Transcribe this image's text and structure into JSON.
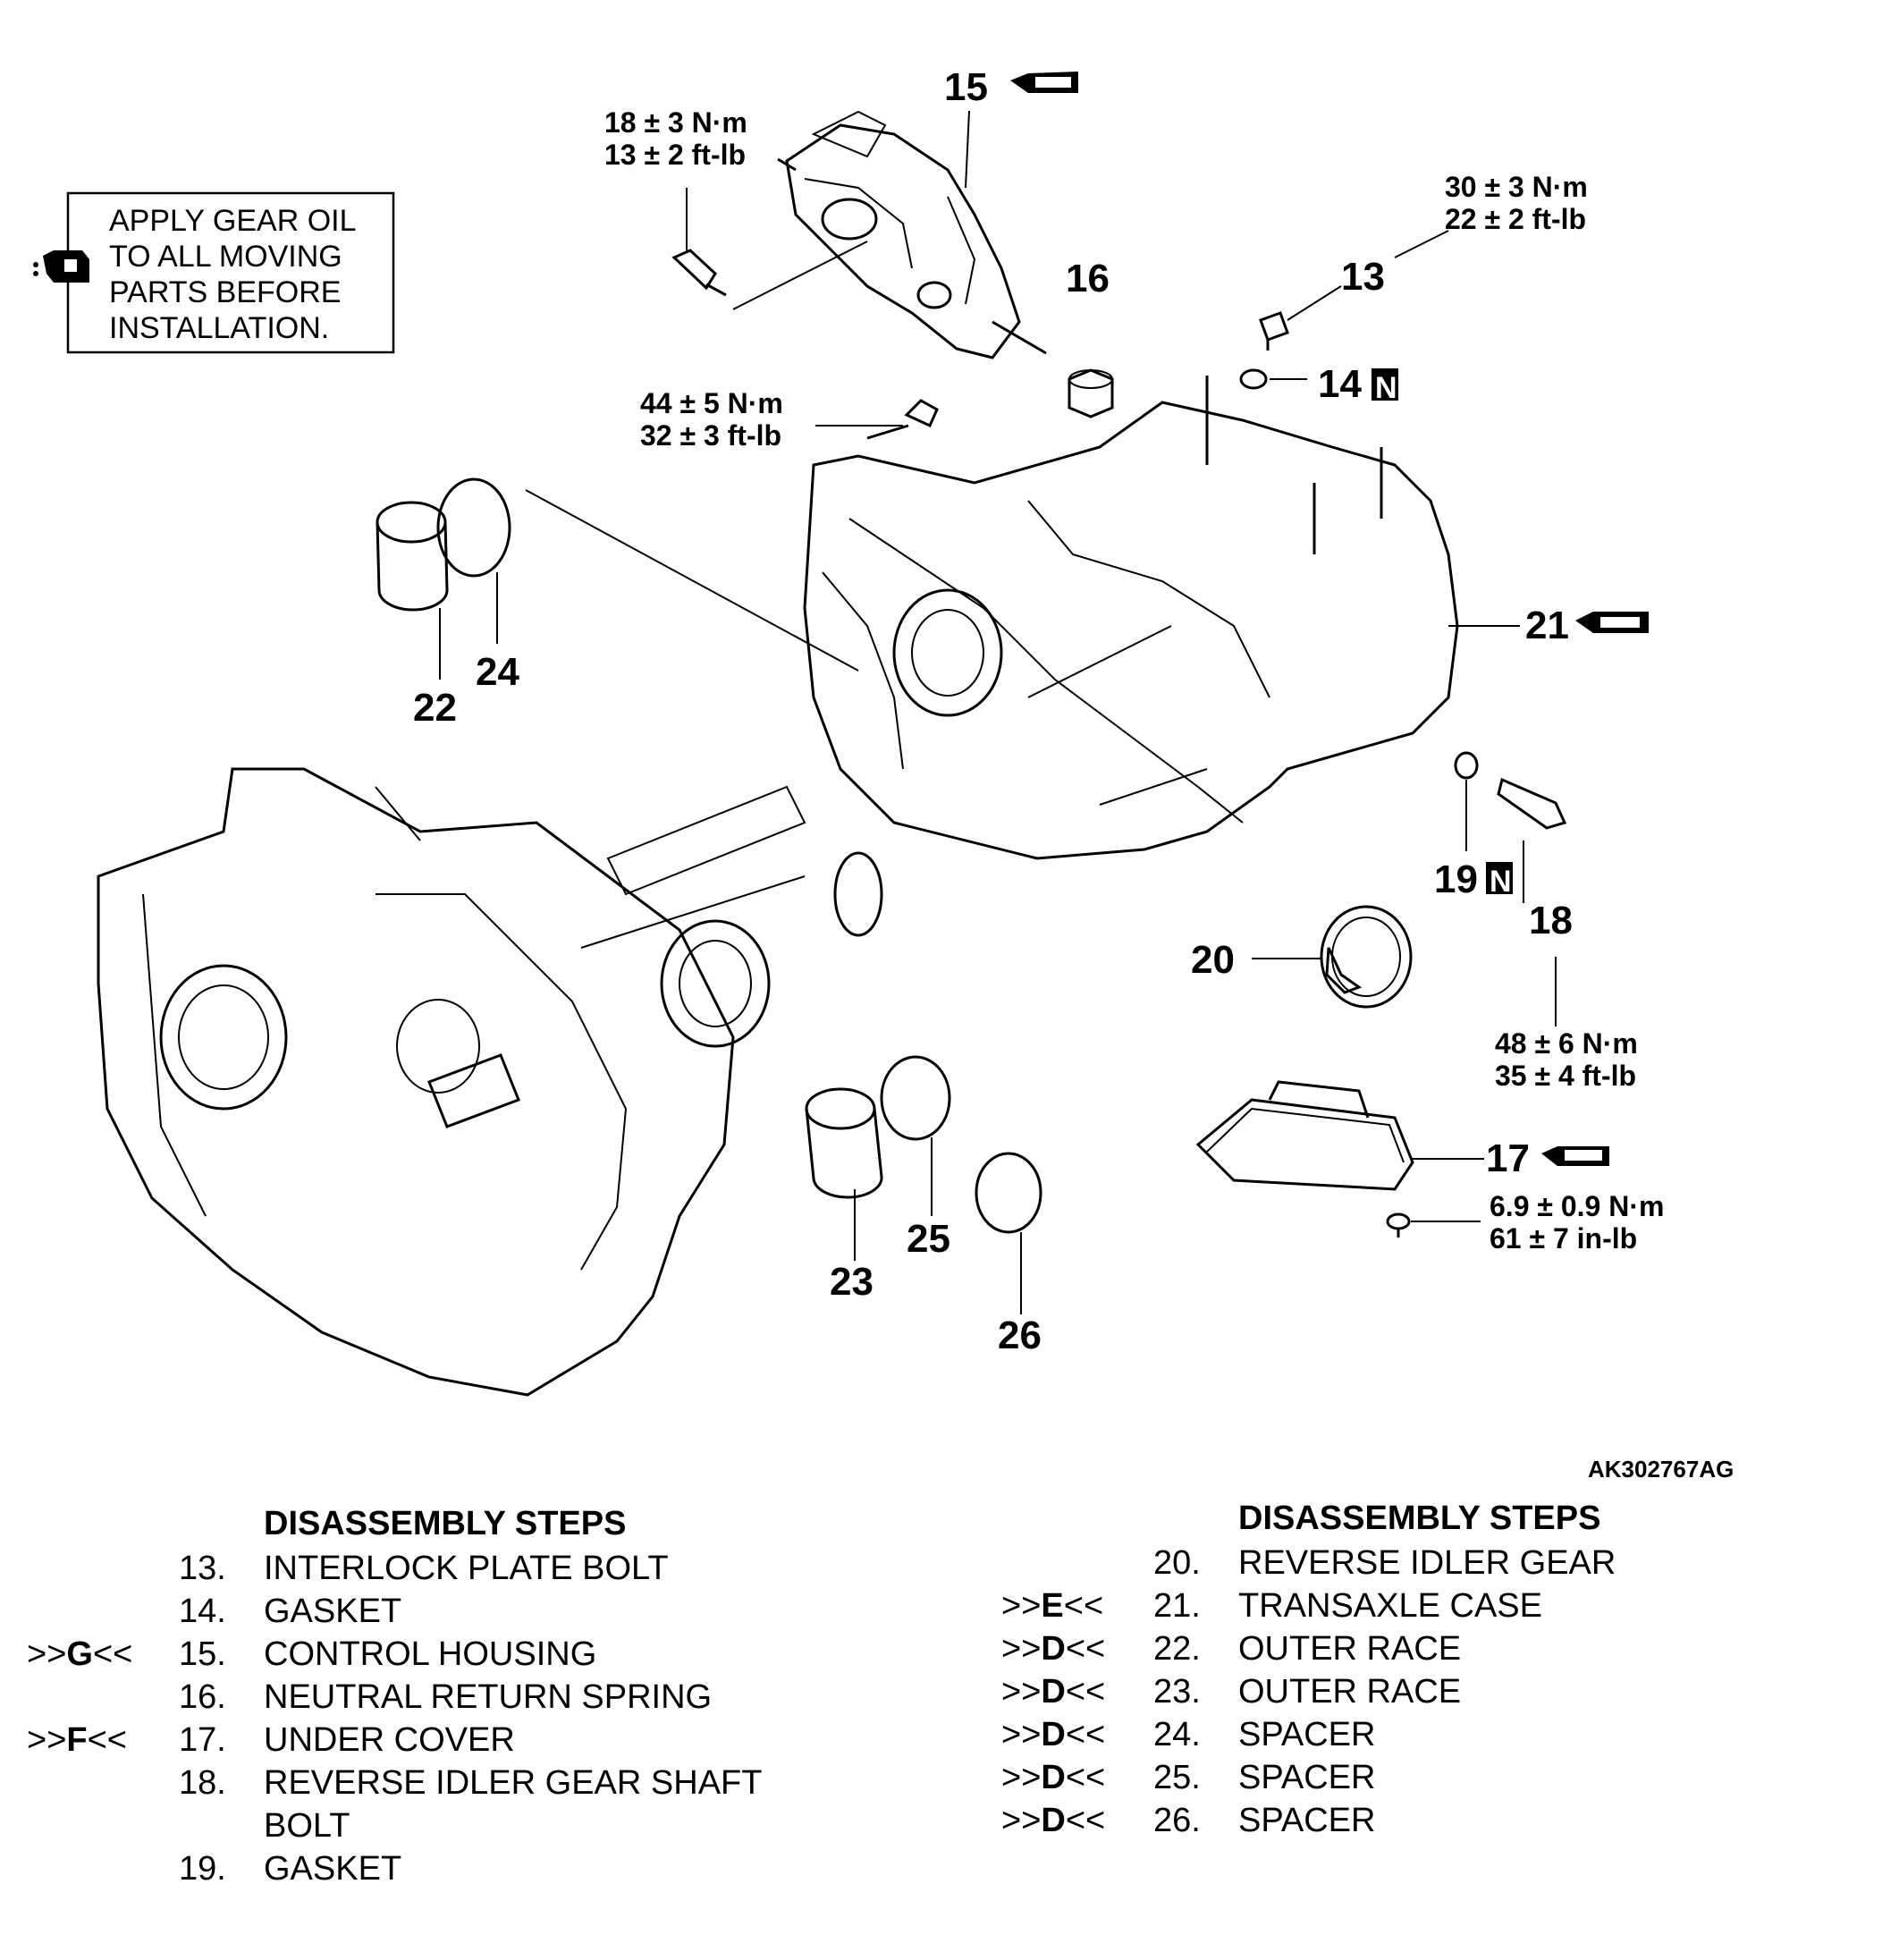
{
  "note": {
    "lines": [
      "APPLY GEAR OIL",
      "TO ALL MOVING",
      "PARTS BEFORE",
      "INSTALLATION."
    ],
    "icon": "oil-can-icon"
  },
  "figure_id": "AK302767AG",
  "callouts": {
    "c13": "13",
    "c14": "14",
    "c15": "15",
    "c16": "16",
    "c17": "17",
    "c18": "18",
    "c19": "19",
    "c20": "20",
    "c21": "21",
    "c22": "22",
    "c23": "23",
    "c24": "24",
    "c25": "25",
    "c26": "26",
    "new_part_mark": "N"
  },
  "torques": {
    "t15": [
      "18 ± 3 N·m",
      "13 ± 2 ft-lb"
    ],
    "t13": [
      "30 ± 3 N·m",
      "22 ± 2 ft-lb"
    ],
    "t_case": [
      "44 ± 5 N·m",
      "32 ± 3 ft-lb"
    ],
    "t18": [
      "48 ± 6 N·m",
      "35 ± 4 ft-lb"
    ],
    "t17": [
      "6.9 ± 0.9 N·m",
      "61 ± 7 in-lb"
    ]
  },
  "steps_left": {
    "heading": "DISASSEMBLY STEPS",
    "rows": [
      {
        "ref_pre": "",
        "ref_letter": "",
        "ref_post": "",
        "num": "13.",
        "text": "INTERLOCK PLATE BOLT"
      },
      {
        "ref_pre": "",
        "ref_letter": "",
        "ref_post": "",
        "num": "14.",
        "text": "GASKET"
      },
      {
        "ref_pre": ">>",
        "ref_letter": "G",
        "ref_post": "<<",
        "num": "15.",
        "text": "CONTROL HOUSING"
      },
      {
        "ref_pre": "",
        "ref_letter": "",
        "ref_post": "",
        "num": "16.",
        "text": "NEUTRAL RETURN SPRING"
      },
      {
        "ref_pre": ">>",
        "ref_letter": "F",
        "ref_post": "<<",
        "num": "17.",
        "text": "UNDER COVER"
      },
      {
        "ref_pre": "",
        "ref_letter": "",
        "ref_post": "",
        "num": "18.",
        "text": "REVERSE IDLER GEAR SHAFT"
      },
      {
        "ref_pre": "",
        "ref_letter": "",
        "ref_post": "",
        "num": "",
        "text": "BOLT"
      },
      {
        "ref_pre": "",
        "ref_letter": "",
        "ref_post": "",
        "num": "19.",
        "text": "GASKET"
      }
    ]
  },
  "steps_right": {
    "heading": "DISASSEMBLY STEPS",
    "rows": [
      {
        "ref_pre": "",
        "ref_letter": "",
        "ref_post": "",
        "num": "20.",
        "text": "REVERSE IDLER GEAR"
      },
      {
        "ref_pre": ">>",
        "ref_letter": "E",
        "ref_post": "<<",
        "num": "21.",
        "text": "TRANSAXLE CASE"
      },
      {
        "ref_pre": ">>",
        "ref_letter": "D",
        "ref_post": "<<",
        "num": "22.",
        "text": "OUTER RACE"
      },
      {
        "ref_pre": ">>",
        "ref_letter": "D",
        "ref_post": "<<",
        "num": "23.",
        "text": "OUTER RACE"
      },
      {
        "ref_pre": ">>",
        "ref_letter": "D",
        "ref_post": "<<",
        "num": "24.",
        "text": "SPACER"
      },
      {
        "ref_pre": ">>",
        "ref_letter": "D",
        "ref_post": "<<",
        "num": "25.",
        "text": "SPACER"
      },
      {
        "ref_pre": ">>",
        "ref_letter": "D",
        "ref_post": "<<",
        "num": "26.",
        "text": "SPACER"
      }
    ]
  }
}
